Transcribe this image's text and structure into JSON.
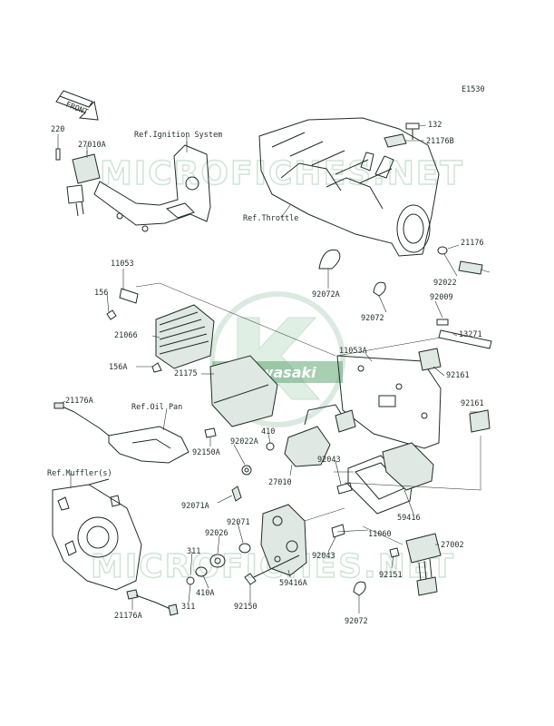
{
  "diagram_code": "E1530",
  "front_arrow_label": "FRONT",
  "watermark": {
    "brand": "Kawasaki",
    "site_text": "MICROFICHES.NET",
    "brand_color": "#2e8b47",
    "watermark_color": "#cfe4d6"
  },
  "references": {
    "ignition": "Ref.Ignition System",
    "throttle": "Ref.Throttle",
    "oil_pan": "Ref.Oil Pan",
    "muffler": "Ref.Muffler(s)"
  },
  "part_numbers": {
    "p220": "220",
    "p27010A": "27010A",
    "p132": "132",
    "p21176B": "21176B",
    "p21176": "21176",
    "p92022": "92022",
    "p92072A": "92072A",
    "p92072_top": "92072",
    "p11053": "11053",
    "p156": "156",
    "p21066": "21066",
    "p156A": "156A",
    "p21175": "21175",
    "p11053A": "11053A",
    "p92009": "92009",
    "p13271": "13271",
    "p92161_top": "92161",
    "p92161_bottom": "92161",
    "p21176A_top": "21176A",
    "p410": "410",
    "p92022A": "92022A",
    "p92150A": "92150A",
    "p27010": "27010",
    "p92043_top": "92043",
    "p92071A": "92071A",
    "p92071": "92071",
    "p92026": "92026",
    "p311_top": "311",
    "p410A": "410A",
    "p311_bottom": "311",
    "p92150": "92150",
    "p59416A": "59416A",
    "p59416": "59416",
    "p11060": "11060",
    "p92043_bottom": "92043",
    "p27002": "27002",
    "p92151": "92151",
    "p92072_bottom": "92072",
    "p21176A_bottom": "21176A"
  }
}
